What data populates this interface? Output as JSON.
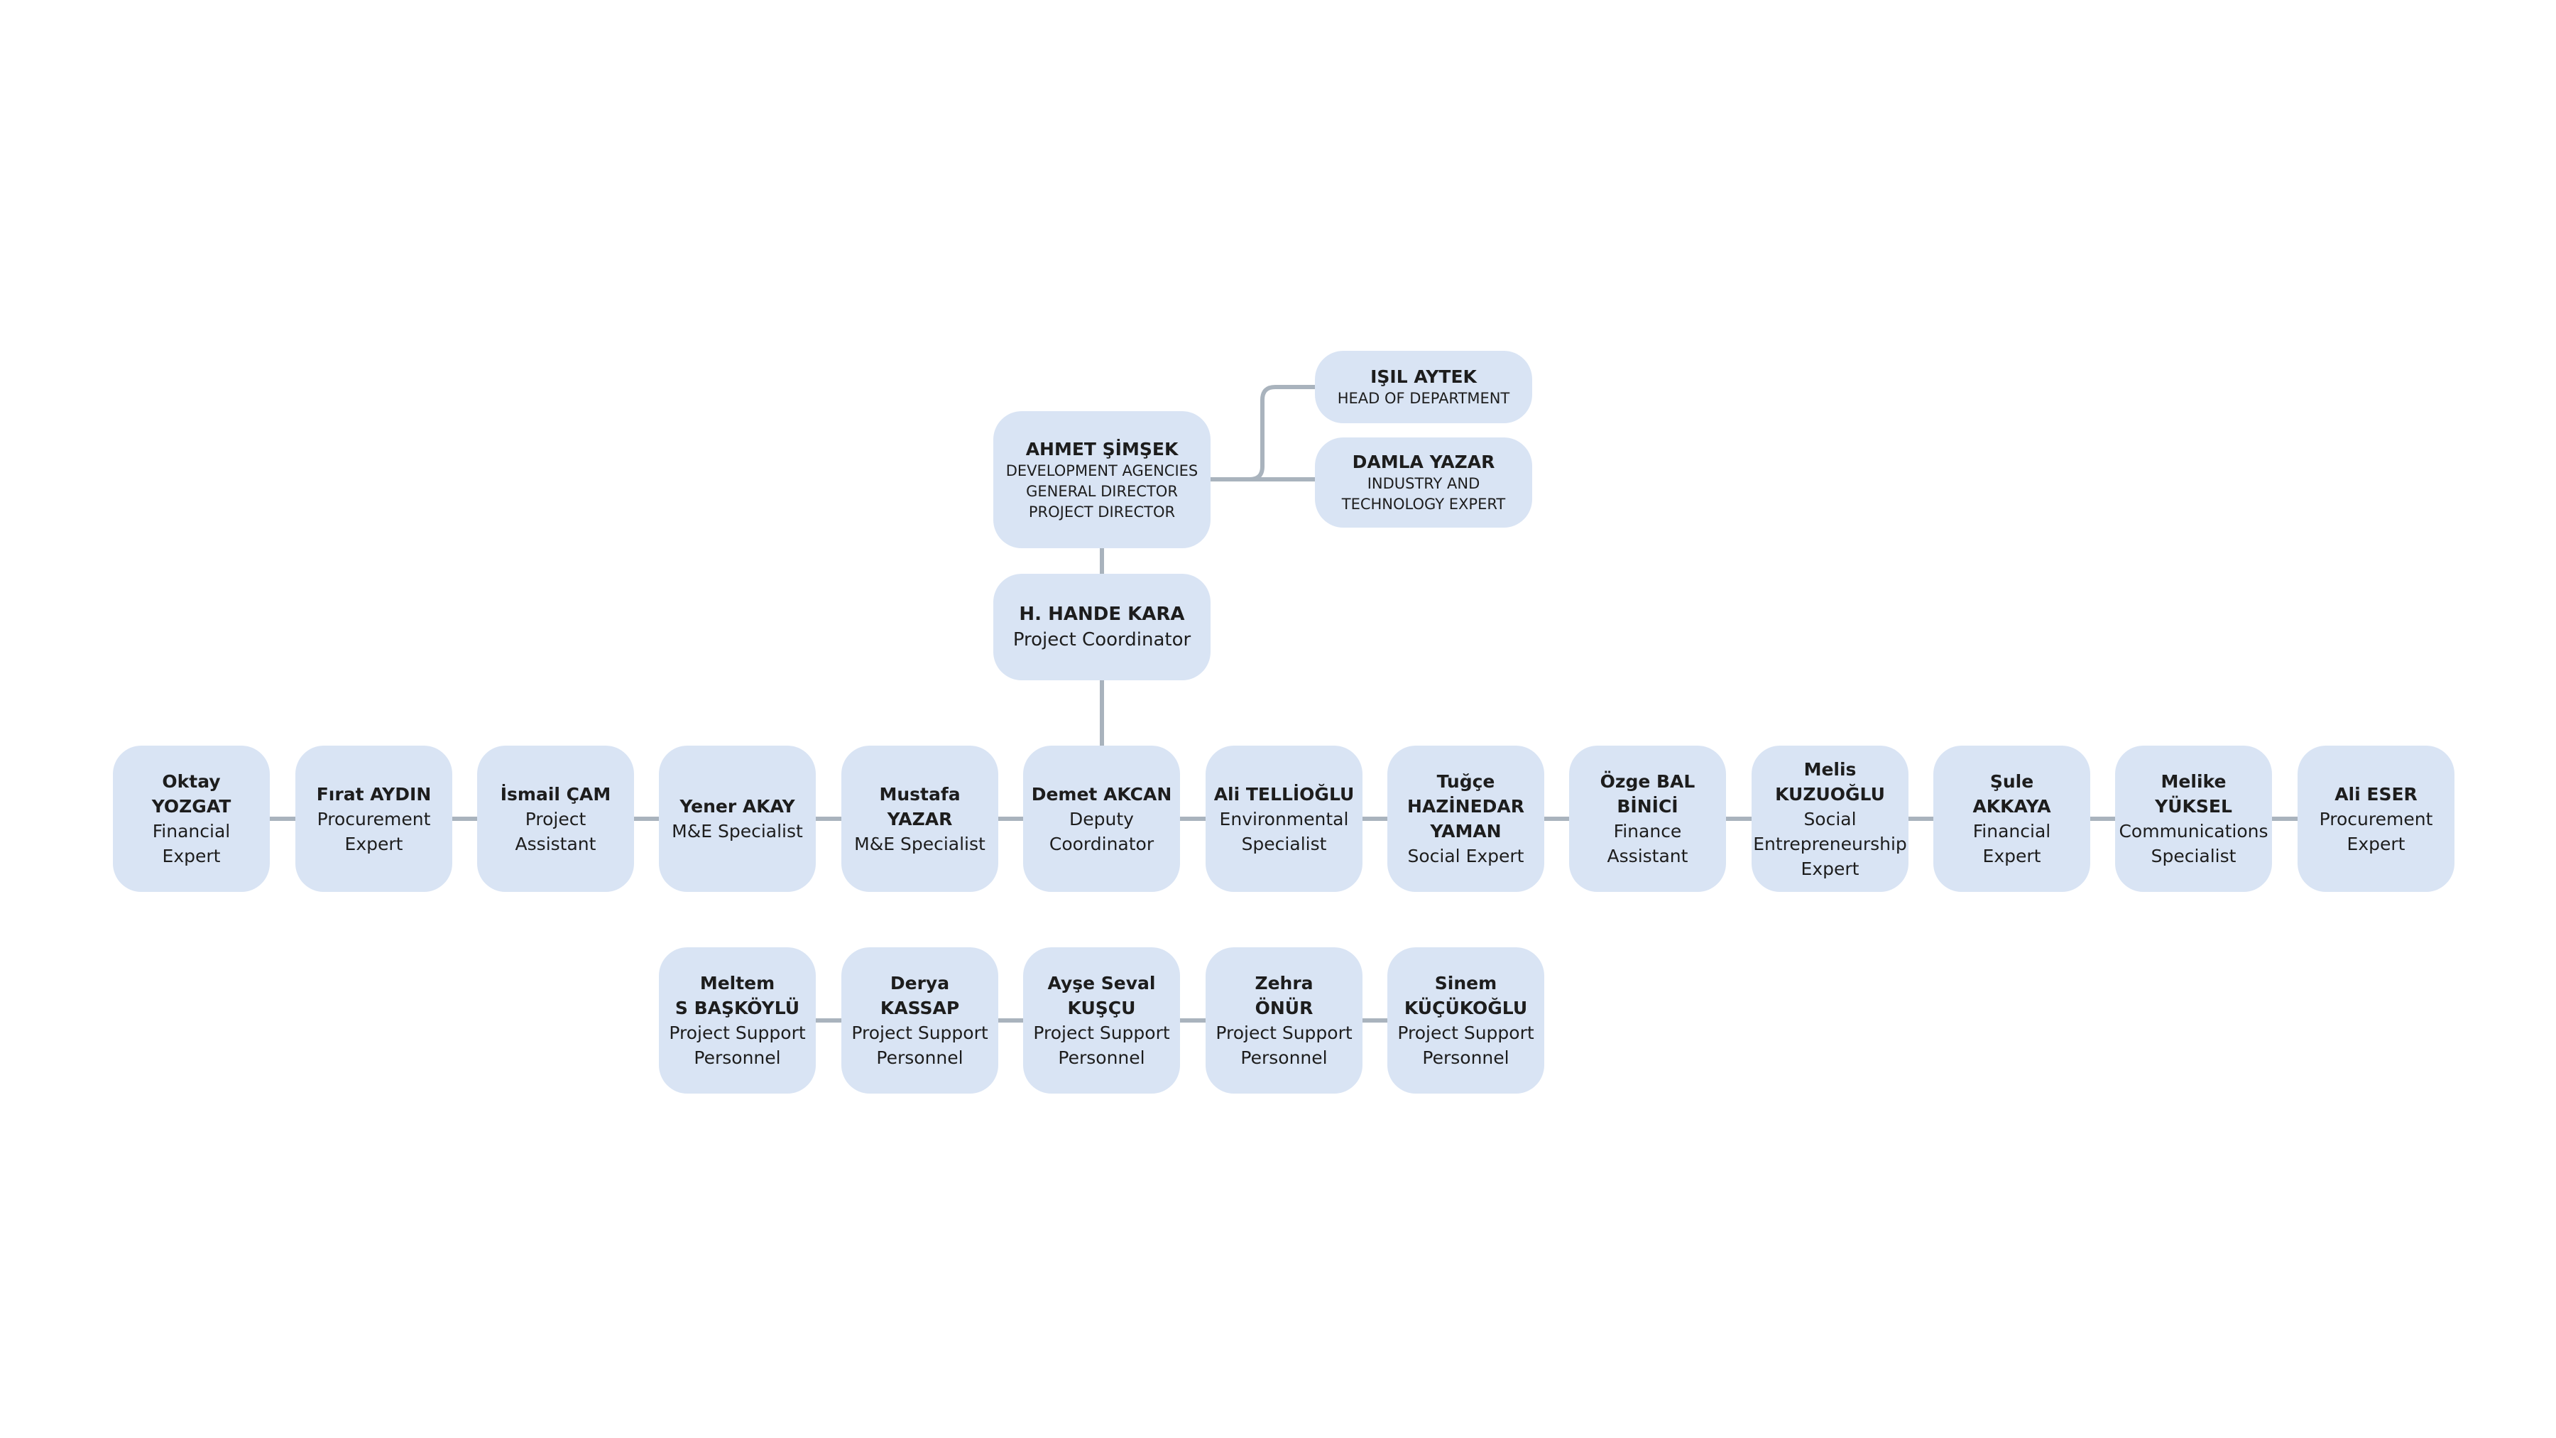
{
  "colors": {
    "node_fill": "#d9e4f4",
    "connector": "#a9b3bd",
    "background": "#ffffff"
  },
  "director": {
    "name": "AHMET ŞİMŞEK",
    "role": "DEVELOPMENT AGENCIES\nGENERAL DIRECTOR\nPROJECT DIRECTOR"
  },
  "advisors": [
    {
      "name": "IŞIL AYTEK",
      "role": "HEAD OF DEPARTMENT"
    },
    {
      "name": "DAMLA YAZAR",
      "role": "INDUSTRY AND\nTECHNOLOGY EXPERT"
    }
  ],
  "coordinator": {
    "name": "H. HANDE KARA",
    "role": "Project Coordinator"
  },
  "team": [
    {
      "name": "Oktay YOZGAT",
      "role": "Financial\nExpert"
    },
    {
      "name": "Fırat AYDIN",
      "role": "Procurement\nExpert"
    },
    {
      "name": "İsmail ÇAM",
      "role": "Project\nAssistant"
    },
    {
      "name": "Yener AKAY",
      "role": "M&E Specialist"
    },
    {
      "name": "Mustafa YAZAR",
      "role": "M&E Specialist"
    },
    {
      "name": "Demet AKCAN",
      "role": "Deputy\nCoordinator"
    },
    {
      "name": "Ali TELLİOĞLU",
      "role": "Environmental\nSpecialist"
    },
    {
      "name": "Tuğçe\nHAZİNEDAR\nYAMAN",
      "role": "Social Expert"
    },
    {
      "name": "Özge BAL BİNİCİ",
      "role": "Finance\nAssistant"
    },
    {
      "name": "Melis\nKUZUOĞLU",
      "role": "Social\nEntrepreneurship\nExpert"
    },
    {
      "name": "Şule\nAKKAYA",
      "role": "Financial\nExpert"
    },
    {
      "name": "Melike\nYÜKSEL",
      "role": "Communications\nSpecialist"
    },
    {
      "name": "Ali ESER",
      "role": "Procurement\nExpert"
    }
  ],
  "support": [
    {
      "name": "Meltem\nS BAŞKÖYLÜ",
      "role": "Project Support\nPersonnel"
    },
    {
      "name": "Derya\nKASSAP",
      "role": "Project Support\nPersonnel"
    },
    {
      "name": "Ayşe Seval\nKUŞÇU",
      "role": "Project Support\nPersonnel"
    },
    {
      "name": "Zehra\nÖNÜR",
      "role": "Project Support\nPersonnel"
    },
    {
      "name": "Sinem\nKÜÇÜKOĞLU",
      "role": "Project Support\nPersonnel"
    }
  ]
}
